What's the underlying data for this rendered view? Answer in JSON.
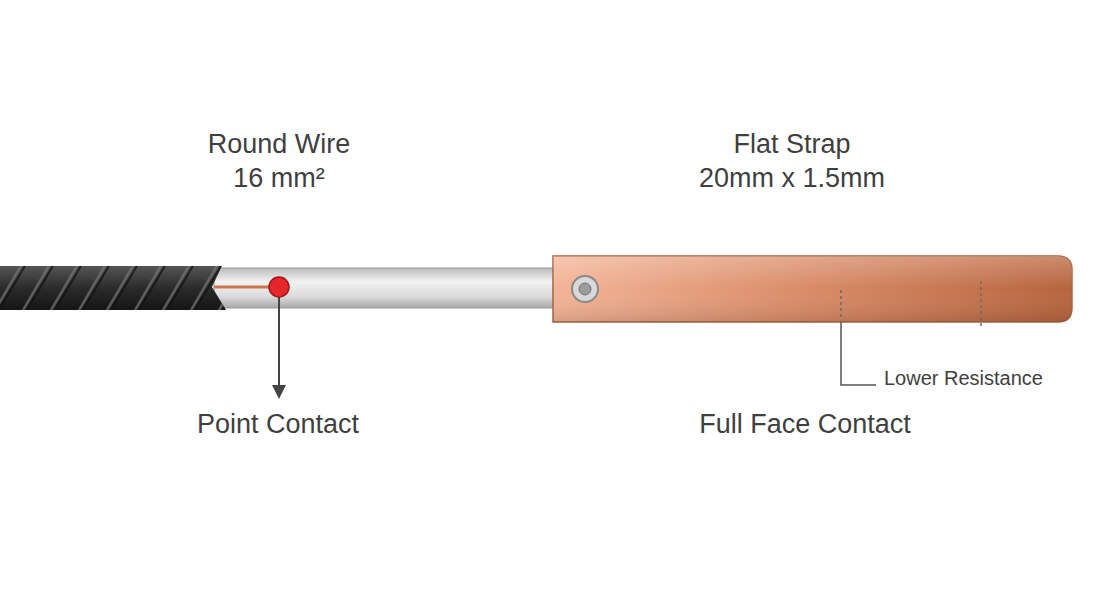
{
  "diagram": {
    "labels": [
      "Round Wire 16 mm²",
      "Flat Strap 20mm x 1.5mm",
      "Point Contact",
      "Full Face Contact",
      "Lower Resistance"
    ]
  }
}
